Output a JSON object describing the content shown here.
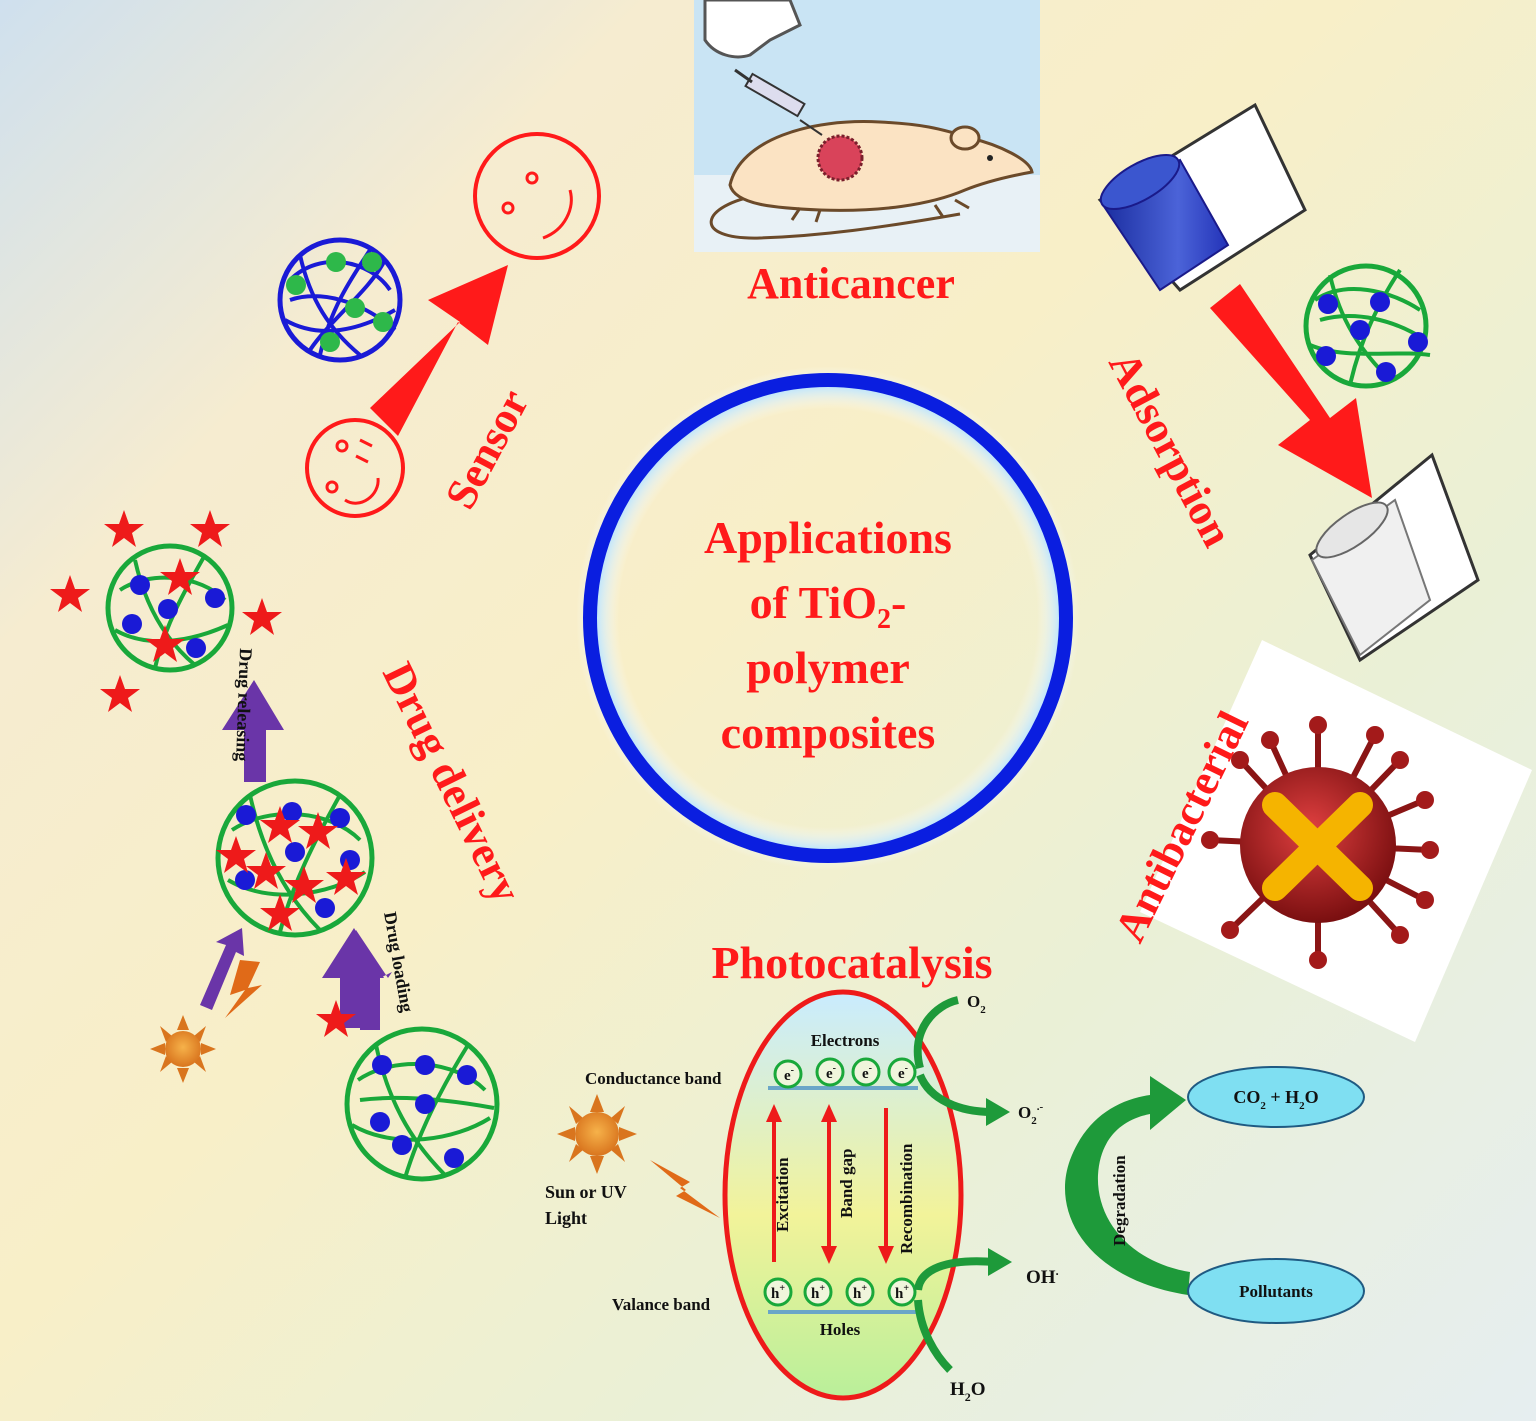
{
  "center": {
    "line1": "Applications",
    "line2_pre": "of TiO",
    "line2_sub": "2",
    "line2_post": "-",
    "line3": "polymer",
    "line4": "composites"
  },
  "labels": {
    "anticancer": "Anticancer",
    "sensor": "Sensor",
    "adsorption": "Adsorption",
    "antibacterial": "Antibacterial",
    "drug_delivery": "Drug delivery",
    "photocatalysis": "Photocatalysis"
  },
  "drug": {
    "releasing": "Drug releasing",
    "loading": "Drug loading"
  },
  "photo": {
    "electrons": "Electrons",
    "holes": "Holes",
    "conductance_band": "Conductance band",
    "valance_band": "Valance band",
    "sun_line1": "Sun or UV",
    "sun_line2": "Light",
    "excitation": "Excitation",
    "band_gap": "Band gap",
    "recombination": "Recombination",
    "electron_symbol": "e",
    "electron_charge": "-",
    "hole_symbol": "h",
    "hole_charge": "+",
    "o2": "O",
    "o2_sub": "2",
    "o2rad": "O",
    "o2rad_sub": "2",
    "o2rad_sup": ".-",
    "oh": "OH",
    "oh_sup": ".",
    "h2o_pre": "H",
    "h2o_sub": "2",
    "h2o_post": "O",
    "degradation": "Degradation",
    "co2_pre": "CO",
    "co2_sub": "2",
    "co2_mid": " + H",
    "co2_sub2": "2",
    "co2_post": "O",
    "pollutants": "Pollutants"
  },
  "colors": {
    "label_red": "#ff1a1a",
    "ring_blue": "#0a1ee0",
    "polymer_green": "#19a83a",
    "particle_blue": "#1a1ad6",
    "arrow_purple": "#6a35a8",
    "ellipse_cyan": "#7fdff2"
  }
}
